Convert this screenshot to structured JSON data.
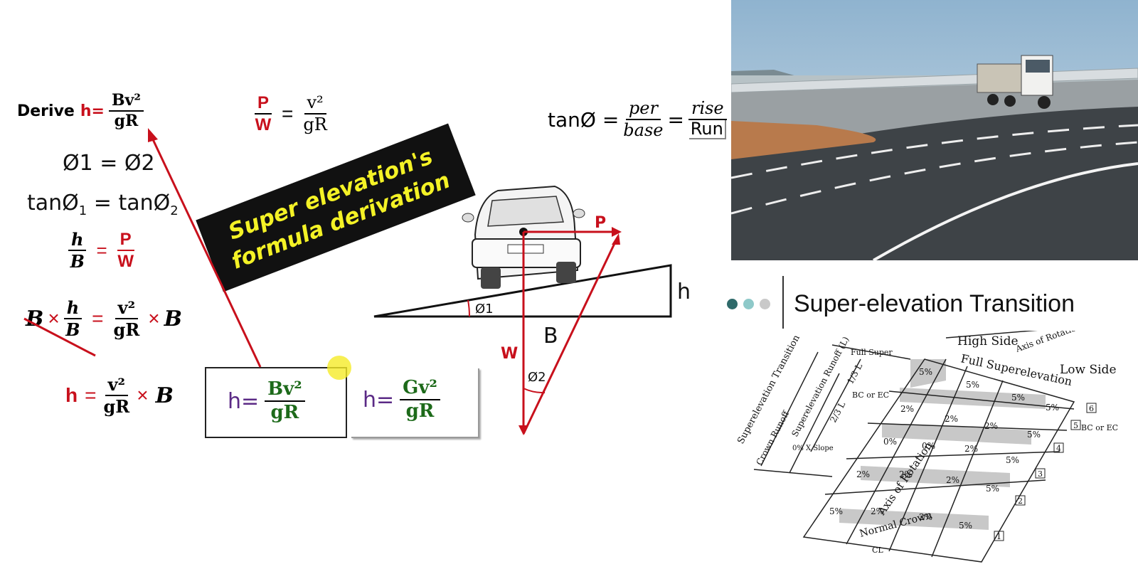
{
  "derivation": {
    "derive_word": "Derive",
    "h_var": "h",
    "eq_sign": "=",
    "Bv2": "Bv²",
    "gR": "gR",
    "phi_eq": "Ø1 = Ø2",
    "tan_eq_left": "tanØ",
    "tan_sub1": "1",
    "tan_eq_mid": " = tanØ",
    "tan_sub2": "2",
    "h_over_B_num": "h",
    "h_over_B_den": "B",
    "P": "P",
    "W": "W",
    "B_var": "B",
    "times": "×",
    "v2": "v²",
    "result_h": "h=",
    "Gv2": "Gv²"
  },
  "top_formula": {
    "P": "P",
    "W": "W",
    "eq": "=",
    "v2": "v²",
    "gR": "gR"
  },
  "tan_formula": {
    "tan": "tanØ =",
    "per": "per",
    "base": "base",
    "eq": "=",
    "rise": "rise",
    "run": "Run"
  },
  "banner": {
    "line1": "Super elevation's",
    "line2": "formula derivation"
  },
  "diagram": {
    "P": "P",
    "W": "W",
    "h": "h",
    "B": "B",
    "phi1": "Ø1",
    "phi2": "Ø2"
  },
  "section_title": "Super-elevation Transition",
  "transition_figure": {
    "high_side": "High Side",
    "axis_of_rotation_top": "Axis of Rotation",
    "low_side": "Low Side",
    "full_superelevation": "Full Superelevation",
    "full_super": "Full Super",
    "superelevation_transition": "Superelevation Transition",
    "superelevation_runoff": "Superelevation Runoff (L)",
    "one_third_L": "1/3 L",
    "two_third_L": "2/3 L",
    "bc_ec": "BC or EC",
    "crown_runoff": "Crown Runoff",
    "zero_x_slope": "0% X Slope",
    "axis_of_rotation": "Axis of Rotation",
    "normal_crown": "Normal Crown",
    "cl": "CL",
    "percent_labels": [
      "5%",
      "5%",
      "5%",
      "5%",
      "2%",
      "2%",
      "2%",
      "5%",
      "0%",
      "0%",
      "2%",
      "5%",
      "2%",
      "2%",
      "2%",
      "5%",
      "5%",
      "2%",
      "2%",
      "5%"
    ],
    "stations": [
      "1",
      "2",
      "3",
      "4",
      "5",
      "6"
    ],
    "bc_ec_right": "BC or EC"
  },
  "colors": {
    "red": "#c8101c",
    "green": "#1d6a1a",
    "purple": "#5b2a86",
    "banner_bg": "#111111",
    "banner_text": "#f4f226",
    "dot1": "#2f6a6a",
    "dot2": "#8ec9c9",
    "dot3": "#c9c9c9"
  }
}
